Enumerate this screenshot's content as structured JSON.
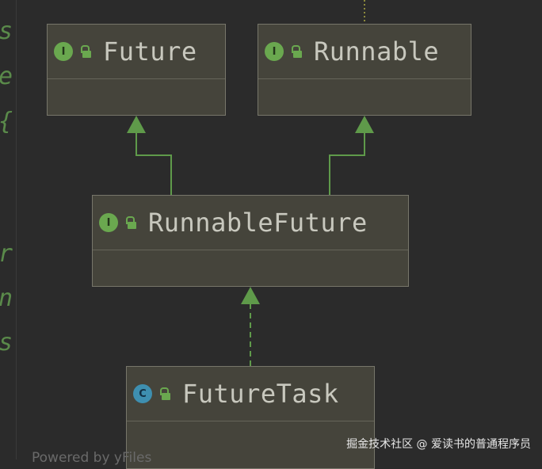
{
  "gutter": [
    "s",
    "e",
    "{",
    "r",
    "n",
    "s"
  ],
  "nodes": {
    "future": {
      "name": "Future",
      "kind": "I"
    },
    "runnable": {
      "name": "Runnable",
      "kind": "I"
    },
    "runnable_future": {
      "name": "RunnableFuture",
      "kind": "I"
    },
    "future_task": {
      "name": "FutureTask",
      "kind": "C"
    }
  },
  "footer": {
    "powered": "Powered by yFiles",
    "watermark": "掘金技术社区 @ 爱读书的普通程序员"
  },
  "colors": {
    "background": "#2b2b2b",
    "node_fill": "#45443b",
    "node_border": "#77766a",
    "edge": "#5f9a4a",
    "interface_badge": "#6aa84f",
    "class_badge": "#3e8fb0"
  }
}
